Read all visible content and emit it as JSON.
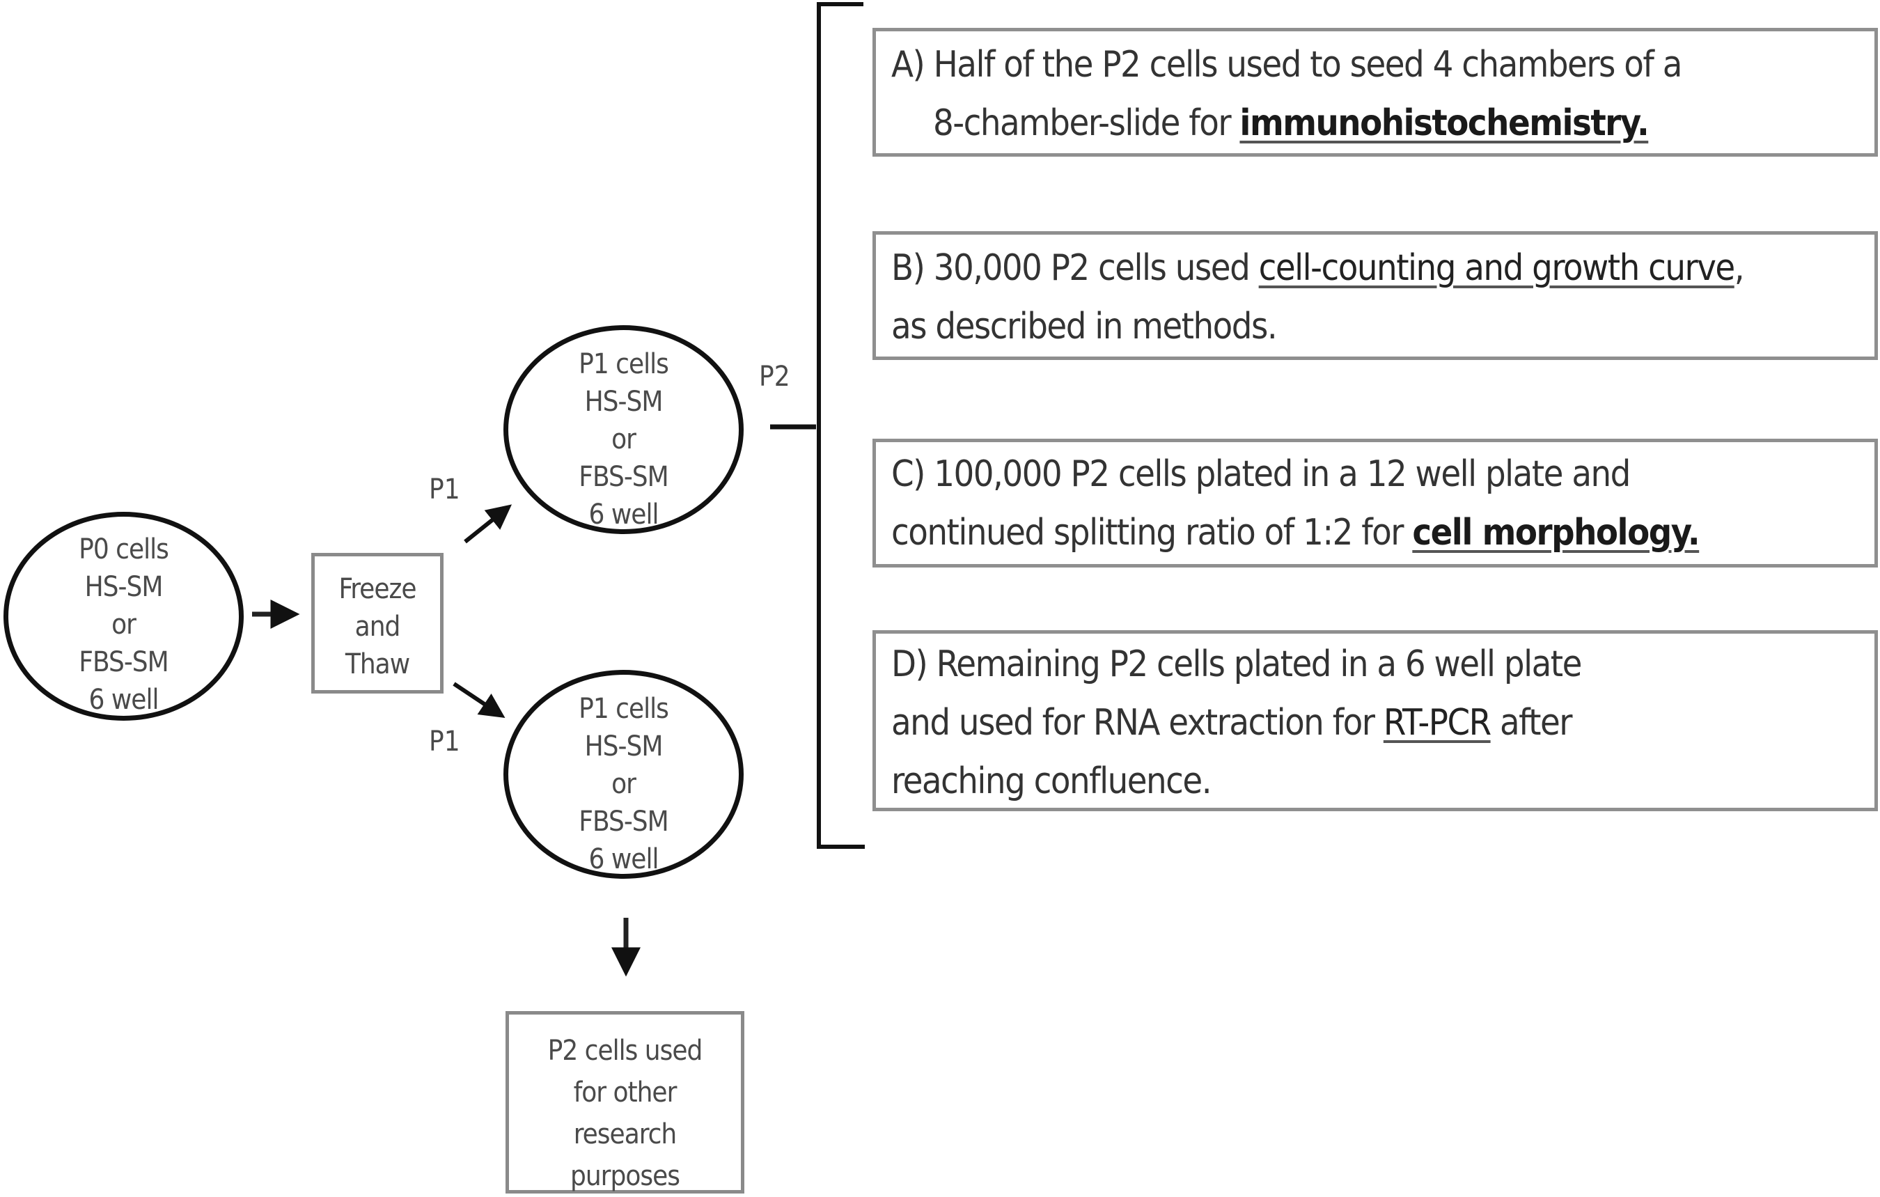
{
  "nodes": {
    "p0": {
      "lines": [
        "P0 cells",
        "HS-SM",
        "or",
        "FBS-SM",
        "6 well"
      ]
    },
    "freeze": {
      "lines": [
        "Freeze",
        "and",
        "Thaw"
      ]
    },
    "p1_top": {
      "lines": [
        "P1 cells",
        "HS-SM",
        "or",
        "FBS-SM",
        "6 well"
      ]
    },
    "p1_bottom": {
      "lines": [
        "P1 cells",
        "HS-SM",
        "or",
        "FBS-SM",
        "6 well"
      ]
    },
    "other": {
      "lines": [
        "P2 cells used",
        "for other",
        "research",
        "purposes"
      ]
    }
  },
  "edge_labels": {
    "p1_top": "P1",
    "p1_bottom": "P1",
    "p2": "P2"
  },
  "outcomes": {
    "a": {
      "line1": "A) Half of the P2 cells used to seed 4 chambers of a",
      "line2_prefix": "8-chamber-slide for ",
      "line2_emph": "immunohistochemistry."
    },
    "b": {
      "line1_prefix": "B) 30,000 P2 cells used ",
      "line1_emph": "cell-counting and growth curve",
      "line1_suffix": ",",
      "line2": "as described in methods."
    },
    "c": {
      "line1": "C) 100,000 P2 cells plated in a 12 well plate and",
      "line2_prefix": "continued splitting ratio of 1:2 for ",
      "line2_emph": "cell morphology."
    },
    "d": {
      "line1": "D) Remaining P2 cells plated in a 6 well plate",
      "line2_prefix": "and used for RNA extraction for ",
      "line2_emph": "RT-PCR",
      "line2_suffix": " after",
      "line3": "reaching confluence."
    }
  }
}
